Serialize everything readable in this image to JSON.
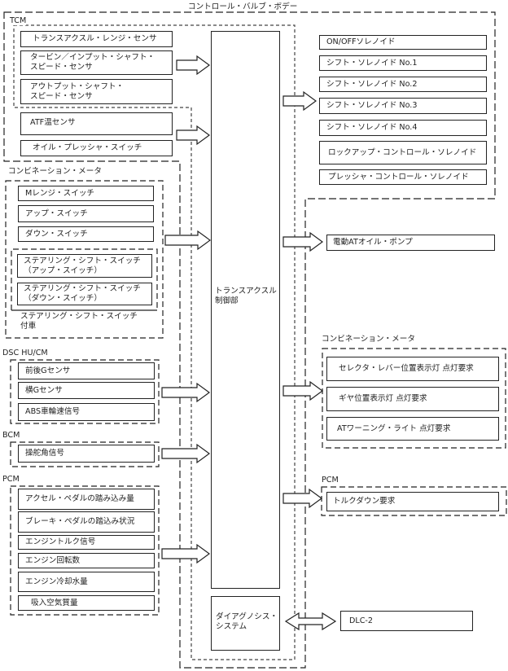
{
  "diagram": {
    "title": "コントロール・バルブ・ボデー"
  },
  "tcm": {
    "label": "TCM",
    "items": [
      {
        "lines": [
          "トランスアクスル・レンジ・センサ"
        ]
      },
      {
        "lines": [
          "タービン／インプット・シャフト・",
          "スピード・センサ"
        ]
      },
      {
        "lines": [
          "アウトプット・シャフト・",
          "スピード・センサ"
        ]
      }
    ]
  },
  "valve_body_inputs": [
    {
      "lines": [
        "ATF温センサ"
      ]
    },
    {
      "lines": [
        "オイル・プレッシャ・スイッチ"
      ]
    }
  ],
  "combination_meter_in": {
    "label": "コンビネーション・メータ",
    "items": [
      "Mレンジ・スイッチ",
      "アップ・スイッチ",
      "ダウン・スイッチ"
    ],
    "steering_switches": [
      {
        "lines": [
          "ステアリング・シフト・スイッチ",
          "（アップ・スイッチ）"
        ]
      },
      {
        "lines": [
          "ステアリング・シフト・スイッチ",
          "（ダウン・スイッチ）"
        ]
      }
    ],
    "steering_note": [
      "ステアリング・シフト・スイッチ",
      "付車"
    ]
  },
  "dsc": {
    "label": "DSC HU/CM",
    "items": [
      "前後Gセンサ",
      "横Gセンサ",
      "ABS車輪速信号"
    ]
  },
  "bcm": {
    "label": "BCM",
    "items": [
      "操舵角信号"
    ]
  },
  "pcm_in": {
    "label": "PCM",
    "items": [
      "アクセル・ペダルの踏み込み量",
      "ブレーキ・ペダルの踏込み状況",
      "エンジントルク信号",
      "エンジン回転数",
      "エンジン冷却水量",
      "吸入空気質量"
    ]
  },
  "control_unit": {
    "lines": [
      "トランスアクスル",
      "制御部"
    ]
  },
  "diagnosis": {
    "lines": [
      "ダイアグノシス・",
      "システム"
    ]
  },
  "solenoids": [
    "ON/OFFソレノイド",
    "シフト・ソレノイド No.1",
    "シフト・ソレノイド No.2",
    "シフト・ソレノイド No.3",
    "シフト・ソレノイド No.4",
    "ロックアップ・コントロール・ソレノイド",
    "プレッシャ・コントロール・ソレノイド"
  ],
  "electric_pump": "電動ATオイル・ポンプ",
  "combination_meter_out": {
    "label": "コンビネーション・メータ",
    "items": [
      "セレクタ・レバー位置表示灯 点灯要求",
      "ギヤ位置表示灯 点灯要求",
      "ATワーニング・ライト 点灯要求"
    ]
  },
  "pcm_out": {
    "label": "PCM",
    "items": [
      "トルクダウン要求"
    ]
  },
  "dlc": "DLC-2"
}
